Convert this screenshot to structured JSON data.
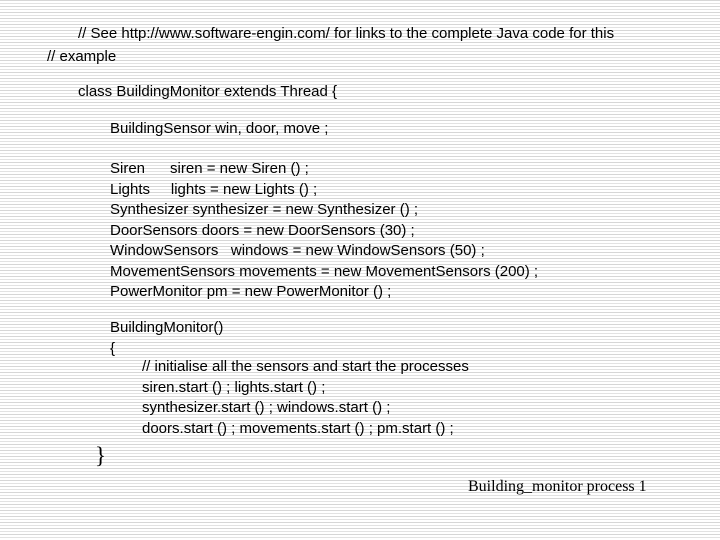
{
  "slide": {
    "type": "presentation-slide-with-code",
    "colors": {
      "background": "#ffffff",
      "stripe": "#d6d6d6",
      "text": "#000000"
    }
  },
  "code": {
    "lines": [
      "// See http://www.software-engin.com/ for links to the complete Java code for this",
      "// example",
      "class BuildingMonitor extends Thread {",
      "BuildingSensor win, door, move ;",
      "Siren      siren = new Siren () ;",
      "Lights     lights = new Lights () ;",
      "Synthesizer synthesizer = new Synthesizer () ;",
      "DoorSensors doors = new DoorSensors (30) ;",
      "WindowSensors   windows = new WindowSensors (50) ;",
      "MovementSensors movements = new MovementSensors (200) ;",
      "PowerMonitor pm = new PowerMonitor () ;",
      "BuildingMonitor()",
      "{",
      "// initialise all the sensors and start the processes",
      "siren.start () ; lights.start () ;",
      "synthesizer.start () ; windows.start () ;",
      "doors.start () ; movements.start () ; pm.start () ;",
      "}"
    ]
  },
  "footer": {
    "label": "Building_monitor process 1"
  }
}
